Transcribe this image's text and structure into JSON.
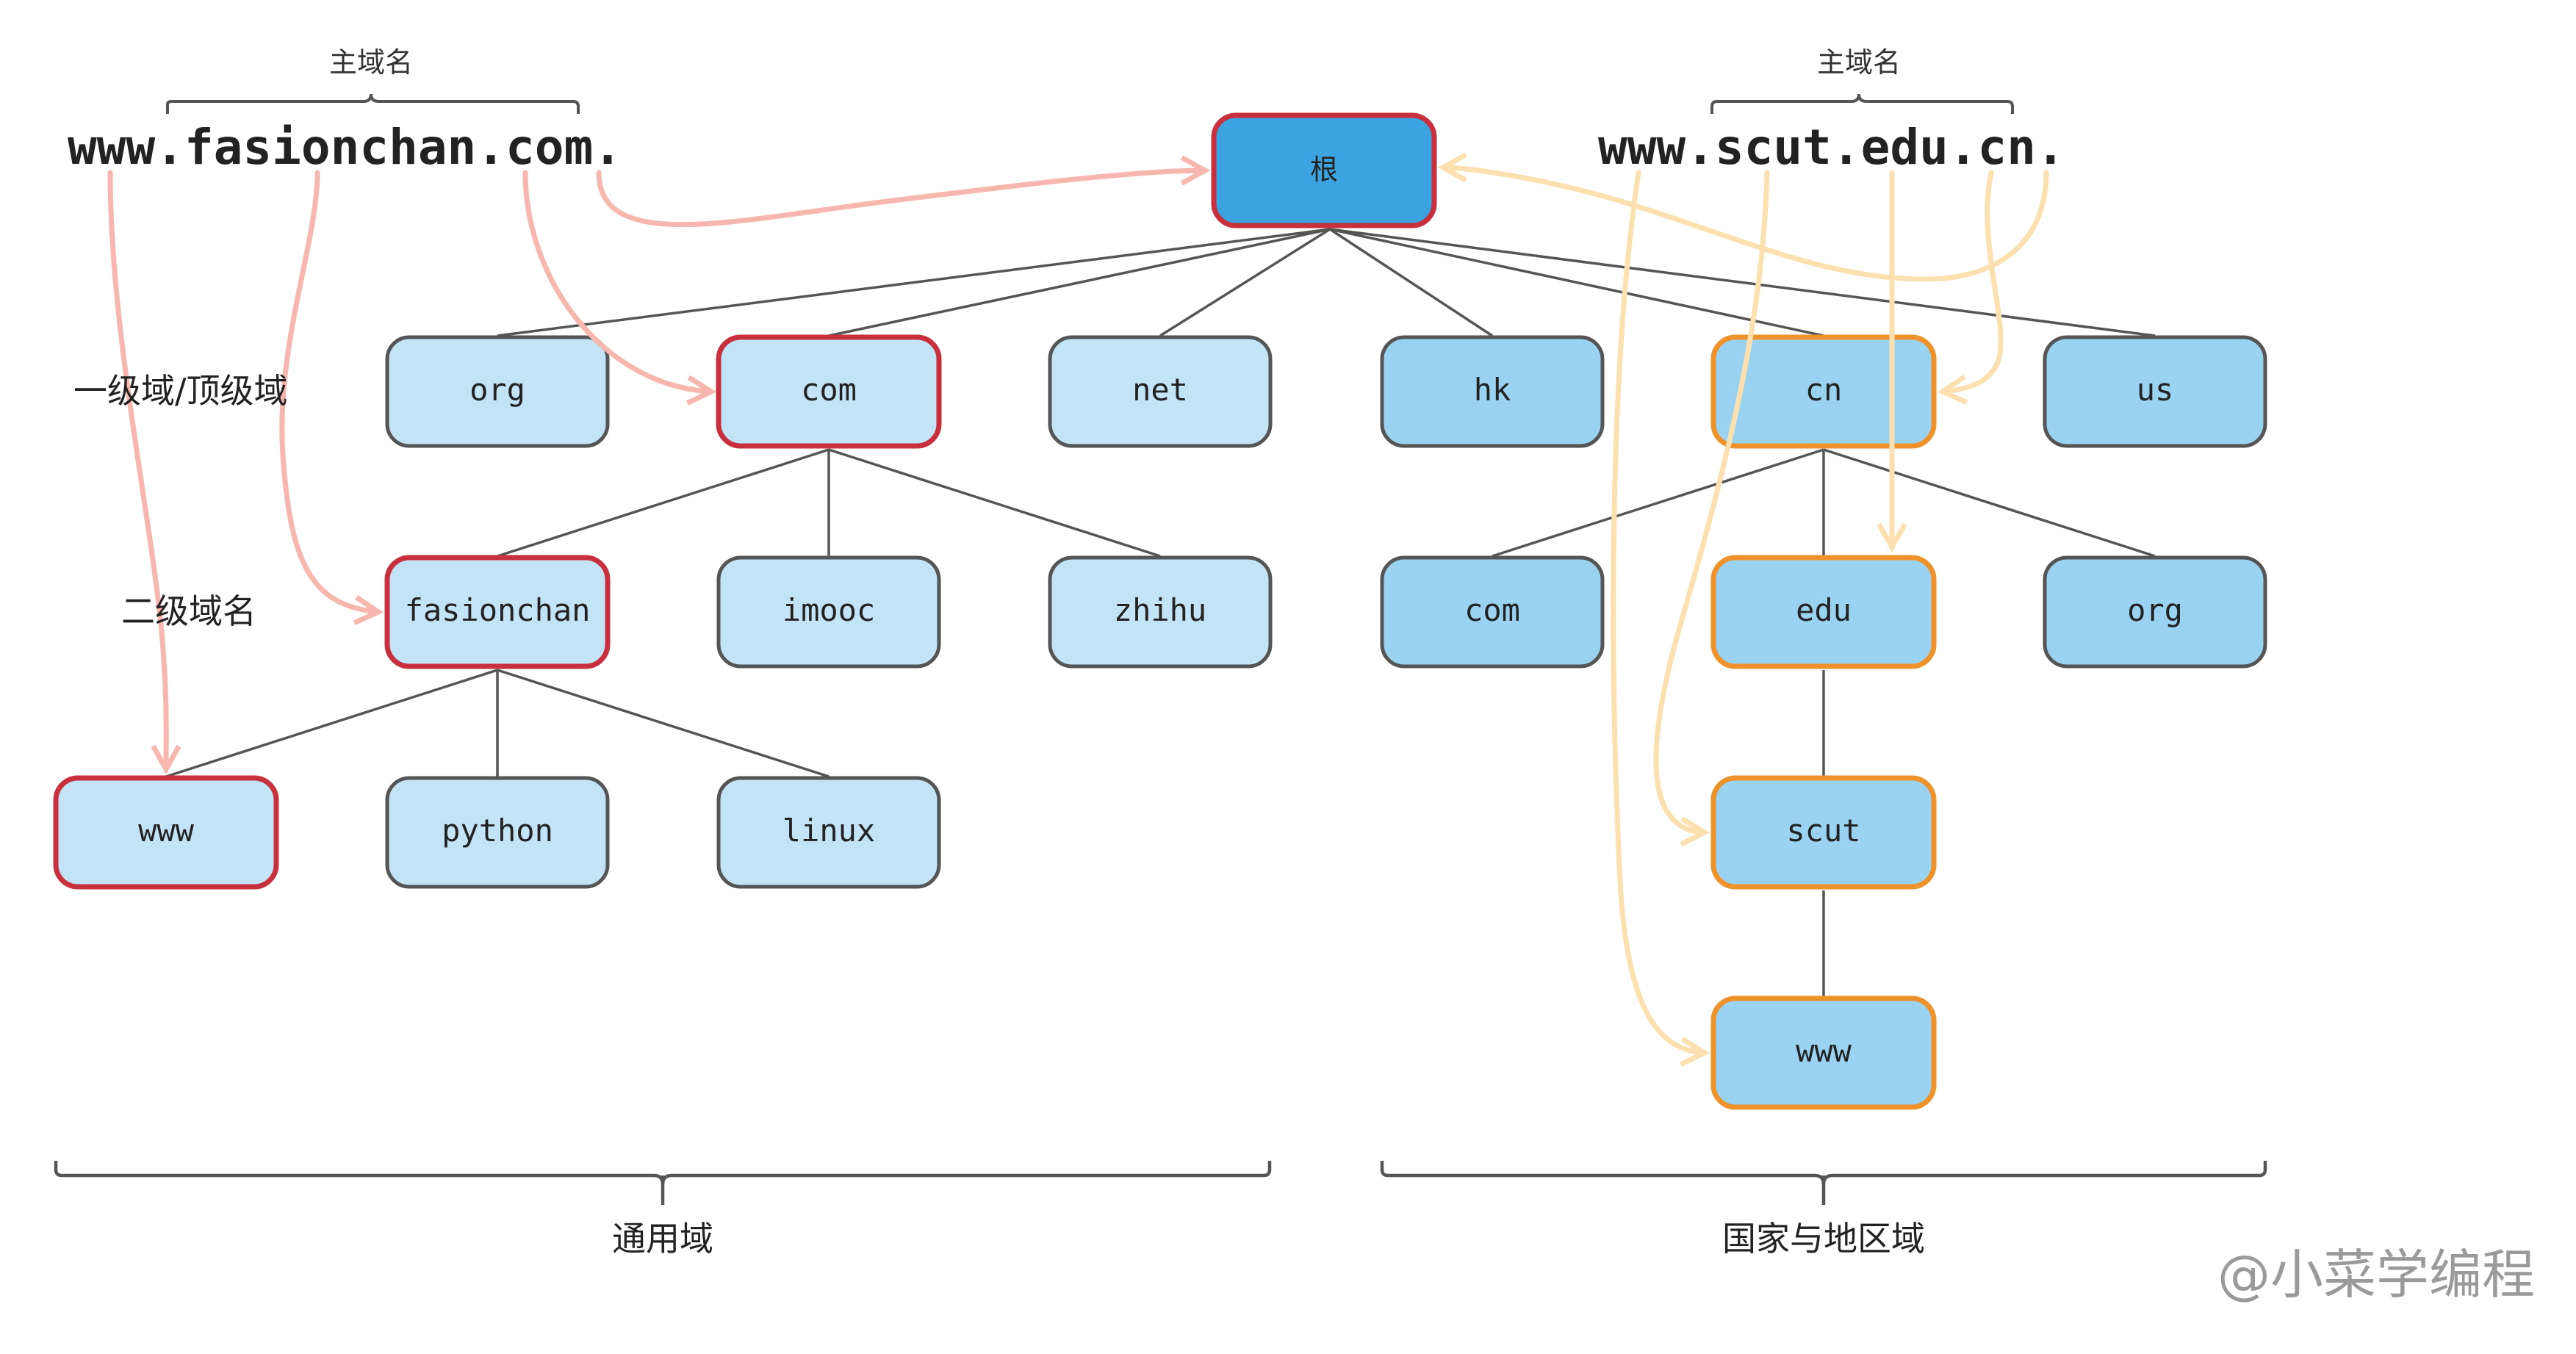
{
  "labels": {
    "left_main_domain_caption": "主域名",
    "right_main_domain_caption": "主域名",
    "left_domain": "www.fasionchan.com.",
    "right_domain": "www.scut.edu.cn.",
    "level1": "一级域/顶级域",
    "level2": "二级域名",
    "generic_domains": "通用域",
    "country_domains": "国家与地区域",
    "watermark": "@小菜学编程"
  },
  "nodes": {
    "root": "根",
    "org": "org",
    "com": "com",
    "net": "net",
    "hk": "hk",
    "cn": "cn",
    "us": "us",
    "fasionchan": "fasionchan",
    "imooc": "imooc",
    "zhihu": "zhihu",
    "cn_com": "com",
    "cn_edu": "edu",
    "cn_org": "org",
    "www_left": "www",
    "python": "python",
    "linux": "linux",
    "scut": "scut",
    "www_right": "www"
  },
  "colors": {
    "generic_fill": "#c3e4f7",
    "country_fill": "#9ad2f2",
    "root_fill": "#3ba3df",
    "node_stroke": "#555555",
    "highlight_red": "#c9303e",
    "highlight_orange": "#ee922c",
    "arrow_red": "#f7b7af",
    "arrow_orange": "#fde0b0"
  }
}
